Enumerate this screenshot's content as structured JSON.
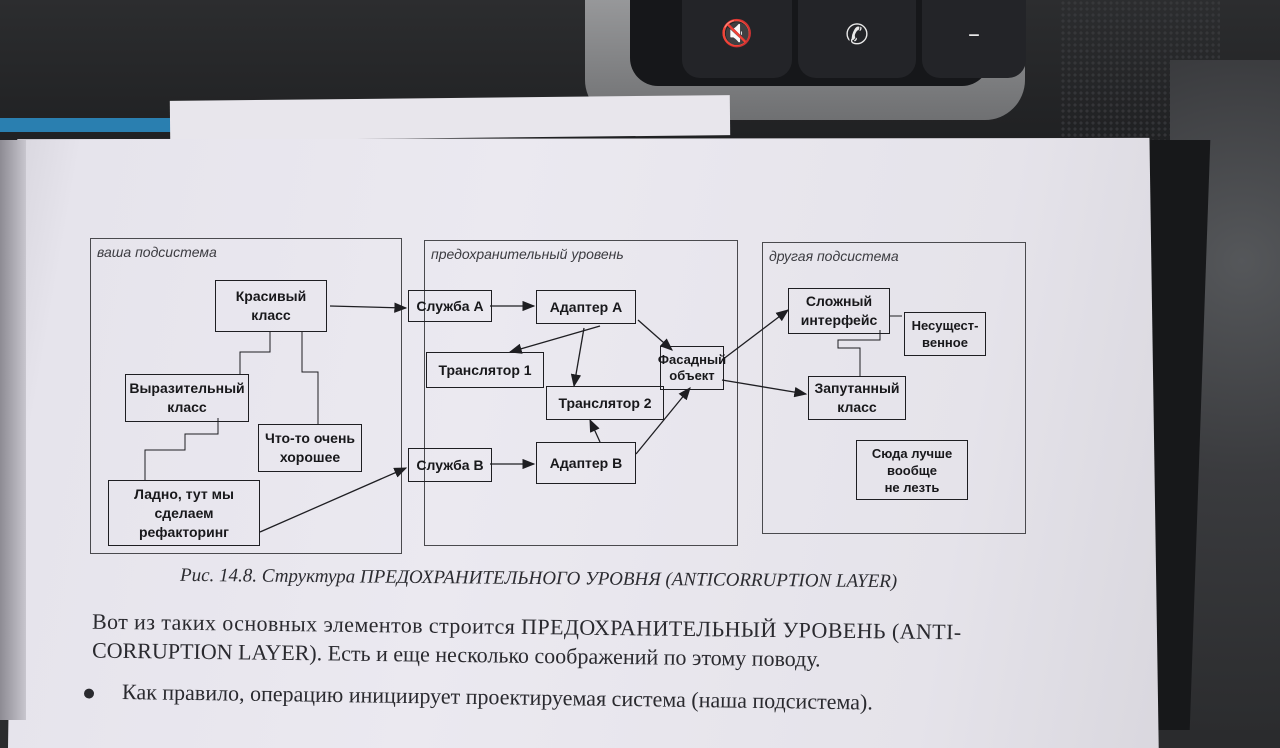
{
  "steering_buttons": {
    "mute_icon": "🔇",
    "phone_icon": "✆",
    "minus_icon": "–"
  },
  "diagram": {
    "subsystems": [
      {
        "id": "ours",
        "label": "ваша подсистема"
      },
      {
        "id": "acl",
        "label": "предохранительный уровень"
      },
      {
        "id": "other",
        "label": "другая подсистема"
      }
    ],
    "nodes": {
      "beautiful_class": [
        "Красивый",
        "класс"
      ],
      "expressive_class": [
        "Выразительный",
        "класс"
      ],
      "something_good": [
        "Что-то очень",
        "хорошее"
      ],
      "refactoring": [
        "Ладно, тут мы",
        "сделаем",
        "рефакторинг"
      ],
      "service_a": [
        "Служба A"
      ],
      "service_b": [
        "Служба B"
      ],
      "adapter_a": [
        "Адаптер A"
      ],
      "adapter_b": [
        "Адаптер B"
      ],
      "translator_1": [
        "Транслятор 1"
      ],
      "translator_2": [
        "Транслятор 2"
      ],
      "facade": [
        "Фасадный",
        "объект"
      ],
      "complex_interface": [
        "Сложный",
        "интерфейс"
      ],
      "insignificant": [
        "Несущест-",
        "венное"
      ],
      "tangled_class": [
        "Запутанный",
        "класс"
      ],
      "dont_go_here": [
        "Сюда лучше",
        "вообще",
        "не лезть"
      ]
    }
  },
  "caption": "Рис. 14.8. Структура ПРЕДОХРАНИТЕЛЬНОГО УРОВНЯ (ANTICORRUPTION LAYER)",
  "paragraph": {
    "line1": "Вот из таких основных элементов строится ПРЕДОХРАНИТЕЛЬНЫЙ УРОВЕНЬ (ANTI-",
    "line2": "CORRUPTION LAYER). Есть и еще несколько соображений по этому поводу."
  },
  "bullet": "Как правило, операцию инициирует проектируемая система (наша подсистема).",
  "colors": {
    "page": "#ebe9f0",
    "ink": "#1e1e22",
    "dashboard": "#1f2022"
  }
}
